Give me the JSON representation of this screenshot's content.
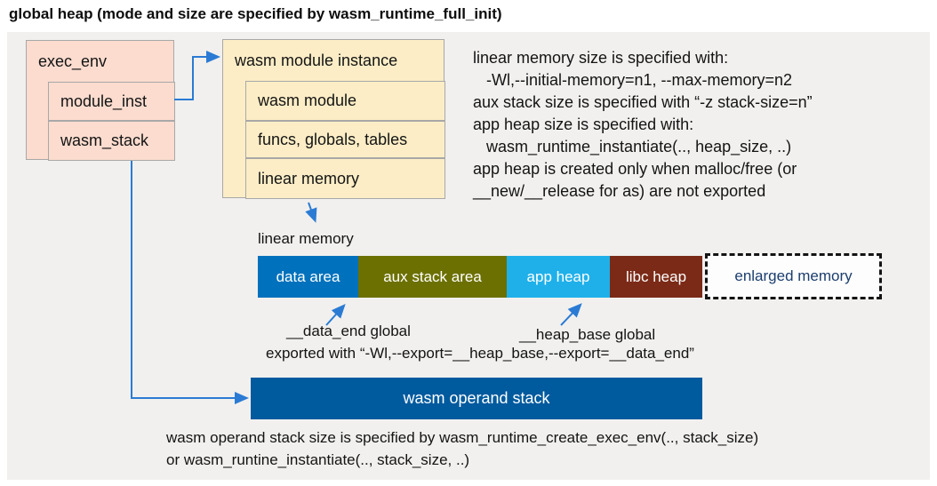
{
  "title": "global heap (mode and size are specified by wasm_runtime_full_init)",
  "exec_env_box": {
    "title": "exec_env",
    "rows": [
      "module_inst",
      "wasm_stack"
    ]
  },
  "module_instance_box": {
    "title": "wasm module instance",
    "rows": [
      "wasm module",
      "funcs, globals, tables",
      "linear memory"
    ]
  },
  "notes": {
    "lines": [
      "linear memory size is specified with:",
      "   -Wl,--initial-memory=n1, --max-memory=n2",
      "aux stack size is specified with “-z stack-size=n”",
      "app heap size is specified with:",
      "   wasm_runtime_instantiate(.., heap_size, ..)",
      "app heap is created only when malloc/free (or",
      "__new/__release for as) are not exported"
    ]
  },
  "linear_memory": {
    "label": "linear memory",
    "segments": [
      {
        "id": "data-area",
        "label": "data area",
        "color": "#0071bc",
        "text_color": "#ffffff",
        "width": 113,
        "dashed": false
      },
      {
        "id": "aux-stack-area",
        "label": "aux stack area",
        "color": "#6c7000",
        "text_color": "#ffffff",
        "width": 167,
        "dashed": false
      },
      {
        "id": "app-heap",
        "label": "app heap",
        "color": "#1fb0ea",
        "text_color": "#ffffff",
        "width": 116,
        "dashed": false
      },
      {
        "id": "libc-heap",
        "label": "libc heap",
        "color": "#7b2a17",
        "text_color": "#ffffff",
        "width": 104,
        "dashed": false
      },
      {
        "id": "enlarged-memory",
        "label": "enlarged memory",
        "color": "",
        "text_color": "#1c3e6e",
        "width": 199,
        "dashed": true
      }
    ]
  },
  "globals": {
    "data_end_label": "__data_end global",
    "heap_base_label": "__heap_base global",
    "exported_line": "exported with “-Wl,--export=__heap_base,--export=__data_end”"
  },
  "operand_stack": {
    "label": "wasm operand stack"
  },
  "footer": {
    "lines": [
      "wasm operand stack size is specified by wasm_runtime_create_exec_env(.., stack_size)",
      "or wasm_runtine_instantiate(.., stack_size, ..)"
    ]
  },
  "colors": {
    "canvas_bg": "#f1f0ee",
    "struct_box_pink": "#fbdccf",
    "struct_box_cream": "#fcedc6",
    "box_border": "#a8a8a8",
    "arrow_blue": "#2b7bd4",
    "data_area": "#0071bc",
    "aux_stack_area": "#6c7000",
    "app_heap": "#1fb0ea",
    "libc_heap": "#7b2a17",
    "operand_stack": "#005a9e",
    "enlarged_memory_text": "#1c3e6e"
  }
}
